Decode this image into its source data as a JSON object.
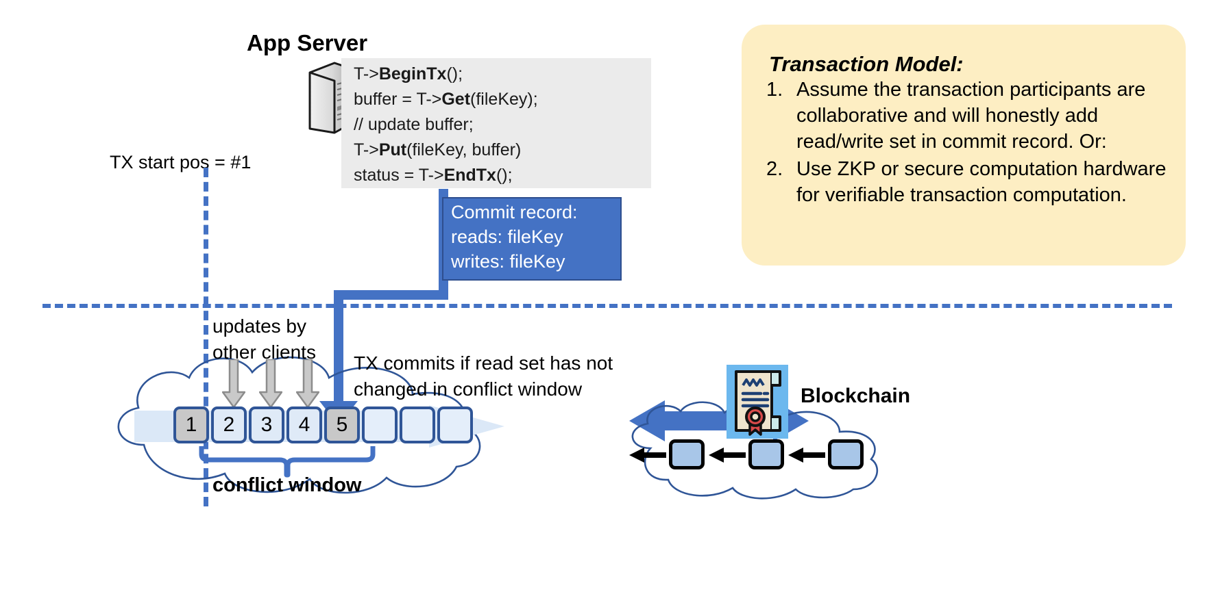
{
  "app_server": {
    "title": "App Server",
    "server_icon": "server-tower-icon",
    "code": [
      {
        "plain1": "T->",
        "bold": "BeginTx",
        "plain2": "();"
      },
      {
        "plain1": "buffer = T->",
        "bold": "Get",
        "plain2": "(fileKey);"
      },
      {
        "plain1": "// update buffer;",
        "bold": "",
        "plain2": ""
      },
      {
        "plain1": "T->",
        "bold": "Put",
        "plain2": "(fileKey, buffer)"
      },
      {
        "plain1": "status = T->",
        "bold": "EndTx",
        "plain2": "();"
      }
    ]
  },
  "tx_start": {
    "label": "TX start pos = #1"
  },
  "commit_record": {
    "line1": "Commit record:",
    "line2": "reads: fileKey",
    "line3": "writes: fileKey"
  },
  "transaction_model": {
    "title": "Transaction Model:",
    "items": [
      {
        "num": "1.",
        "text": "Assume the transaction participants are collaborative and will honestly add read/write set in commit record.  Or:"
      },
      {
        "num": "2.",
        "text": "Use ZKP or secure computation hardware for verifiable transaction computation."
      }
    ]
  },
  "ledger": {
    "updates_label_line1": "updates by",
    "updates_label_line2": "other clients",
    "commits_label_line1": "TX commits if read set has not",
    "commits_label_line2": "changed in conflict window",
    "conflict_window_label": "conflict window",
    "blocks": [
      {
        "id": "1",
        "state": "filled"
      },
      {
        "id": "2",
        "state": "light"
      },
      {
        "id": "3",
        "state": "light"
      },
      {
        "id": "4",
        "state": "light"
      },
      {
        "id": "5",
        "state": "filled"
      },
      {
        "id": "",
        "state": "empty"
      },
      {
        "id": "",
        "state": "empty"
      },
      {
        "id": "",
        "state": "empty"
      }
    ],
    "update_arrow_count": 3
  },
  "blockchain": {
    "label": "Blockchain",
    "contract_icon": "certificate-contract-icon",
    "link_arrow_icon": "double-headed-arrow-icon",
    "chain_block_count": 3
  },
  "colors": {
    "accent_blue": "#4472c4",
    "dark_blue_border": "#2f5597",
    "callout_yellow": "#fdeec3",
    "code_box_gray": "#ebebeb",
    "block_filled_gray": "#c8c8c8",
    "block_light_blue": "#dfeaf7",
    "chain_block_blue": "#a8c6e8"
  }
}
